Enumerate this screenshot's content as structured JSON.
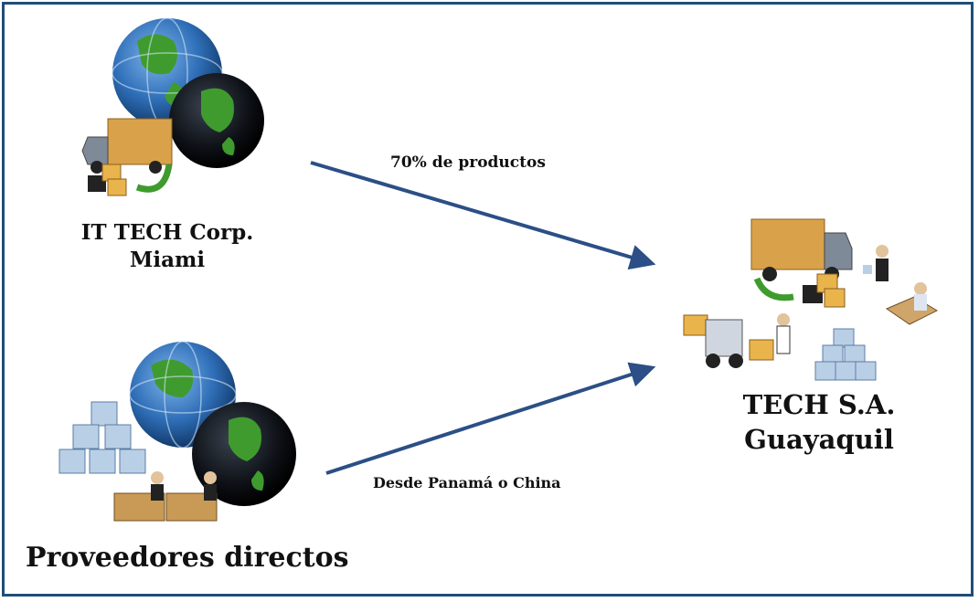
{
  "nodes": {
    "miami": {
      "line1": "IT TECH Corp.",
      "line2": "Miami"
    },
    "proveedores": {
      "label": "Proveedores directos"
    },
    "tech": {
      "line1": "TECH S.A.",
      "line2": "Guayaquil"
    }
  },
  "edges": {
    "top_label": "70% de productos",
    "bottom_label": "Desde Panamá o China"
  },
  "colors": {
    "border": "#1f4e79",
    "arrow": "#2b4f86",
    "globe_blue": "#2f6fb8",
    "globe_green": "#3f9b2e",
    "globe_dark": "#0c0f14",
    "box": "#d9a24a",
    "pale_box": "#b9cfe6"
  }
}
